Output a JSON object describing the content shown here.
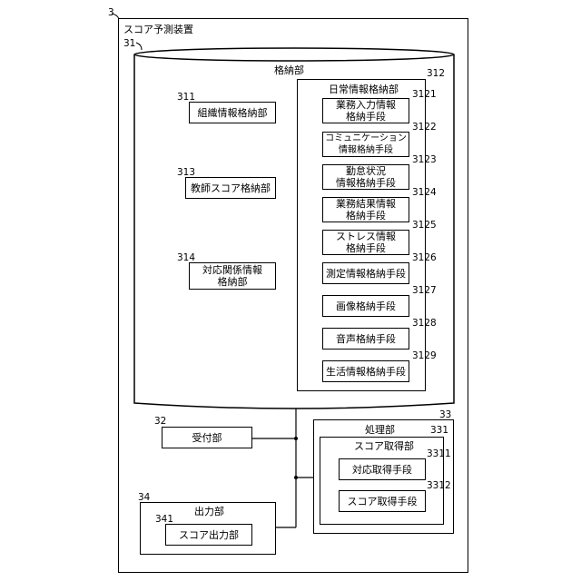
{
  "device": {
    "ref": "3",
    "title": "スコア予測装置"
  },
  "storage": {
    "ref": "31",
    "title": "格納部",
    "units": [
      {
        "ref": "311",
        "label": "組織情報格納部"
      },
      {
        "ref": "313",
        "label": "教師スコア格納部"
      },
      {
        "ref": "314",
        "label": "対応関係情報\n格納部"
      }
    ],
    "daily": {
      "ref": "312",
      "title": "日常情報格納部",
      "items": [
        {
          "ref": "3121",
          "label": "業務入力情報\n格納手段"
        },
        {
          "ref": "3122",
          "label": "コミュニケーション\n情報格納手段"
        },
        {
          "ref": "3123",
          "label": "勤怠状況\n情報格納手段"
        },
        {
          "ref": "3124",
          "label": "業務結果情報\n格納手段"
        },
        {
          "ref": "3125",
          "label": "ストレス情報\n格納手段"
        },
        {
          "ref": "3126",
          "label": "測定情報格納手段"
        },
        {
          "ref": "3127",
          "label": "画像格納手段"
        },
        {
          "ref": "3128",
          "label": "音声格納手段"
        },
        {
          "ref": "3129",
          "label": "生活情報格納手段"
        }
      ]
    }
  },
  "receiver": {
    "ref": "32",
    "label": "受付部"
  },
  "processing": {
    "ref": "33",
    "title": "処理部",
    "score_acq": {
      "ref": "331",
      "title": "スコア取得部",
      "items": [
        {
          "ref": "3311",
          "label": "対応取得手段"
        },
        {
          "ref": "3312",
          "label": "スコア取得手段"
        }
      ]
    }
  },
  "output": {
    "ref": "34",
    "title": "出力部",
    "unit": {
      "ref": "341",
      "label": "スコア出力部"
    }
  }
}
